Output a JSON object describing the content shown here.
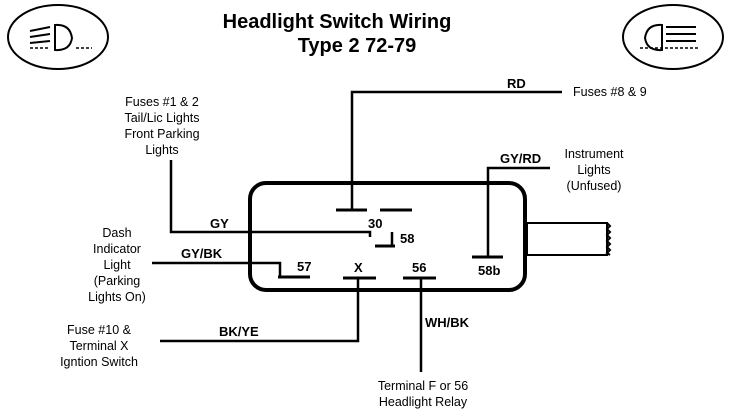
{
  "title": {
    "line1": "Headlight Switch Wiring",
    "line2": "Type 2 72-79"
  },
  "icons": {
    "left": "headlight-symbol-icon",
    "right": "headlight-symbol-icon"
  },
  "wire_labels": {
    "rd": "RD",
    "gy_rd": "GY/RD",
    "gy": "GY",
    "gy_bk": "GY/BK",
    "bk_ye": "BK/YE",
    "wh_bk": "WH/BK"
  },
  "terminals": {
    "t30": "30",
    "t58": "58",
    "t57": "57",
    "tx": "X",
    "t56": "56",
    "t58b": "58b"
  },
  "labels": {
    "fuses_8_9": "Fuses #8 & 9",
    "fuses_1_2": [
      "Fuses #1 & 2",
      "Tail/Lic Lights",
      "Front Parking",
      "Lights"
    ],
    "instrument": [
      "Instrument",
      "Lights",
      "(Unfused)"
    ],
    "dash_indicator": [
      "Dash",
      "Indicator",
      "Light",
      "(Parking",
      "Lights On)"
    ],
    "fuse_10": [
      "Fuse #10 &",
      "Terminal X",
      "Igntion Switch"
    ],
    "relay": [
      "Terminal F or 56",
      "Headlight Relay"
    ]
  }
}
